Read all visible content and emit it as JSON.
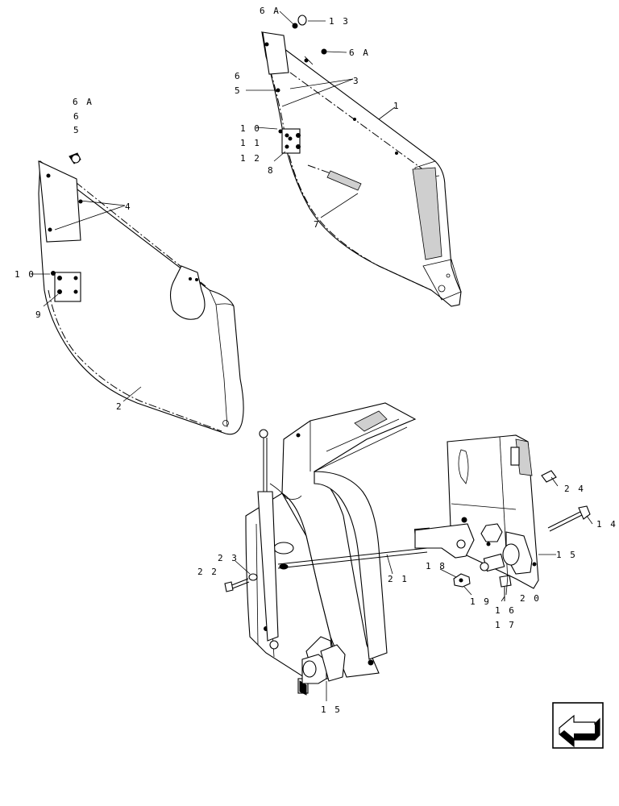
{
  "callouts": [
    {
      "id": "c-6a-top",
      "text": "6 A"
    },
    {
      "id": "c-13",
      "text": "1 3"
    },
    {
      "id": "c-6a-right",
      "text": "6 A"
    },
    {
      "id": "c-6-top",
      "text": "6"
    },
    {
      "id": "c-5-top",
      "text": "5"
    },
    {
      "id": "c-3",
      "text": "3"
    },
    {
      "id": "c-1",
      "text": "1"
    },
    {
      "id": "c-10-top",
      "text": "1 0"
    },
    {
      "id": "c-11",
      "text": "1 1"
    },
    {
      "id": "c-12",
      "text": "1 2"
    },
    {
      "id": "c-8",
      "text": "8"
    },
    {
      "id": "c-7",
      "text": "7"
    },
    {
      "id": "c-6a-left",
      "text": "6 A"
    },
    {
      "id": "c-6-left",
      "text": "6"
    },
    {
      "id": "c-5-left",
      "text": "5"
    },
    {
      "id": "c-4",
      "text": "4"
    },
    {
      "id": "c-10-left",
      "text": "1 0"
    },
    {
      "id": "c-9",
      "text": "9"
    },
    {
      "id": "c-2",
      "text": "2"
    },
    {
      "id": "c-24",
      "text": "2 4"
    },
    {
      "id": "c-14",
      "text": "1 4"
    },
    {
      "id": "c-15-right",
      "text": "1 5"
    },
    {
      "id": "c-23",
      "text": "2 3"
    },
    {
      "id": "c-22",
      "text": "2 2"
    },
    {
      "id": "c-21",
      "text": "2 1"
    },
    {
      "id": "c-18",
      "text": "1 8"
    },
    {
      "id": "c-19",
      "text": "1 9"
    },
    {
      "id": "c-20",
      "text": "2 0"
    },
    {
      "id": "c-16",
      "text": "1 6"
    },
    {
      "id": "c-17",
      "text": "1 7"
    },
    {
      "id": "c-15-bottom",
      "text": "1 5"
    }
  ],
  "nav_icon": "arrow-left-icon"
}
